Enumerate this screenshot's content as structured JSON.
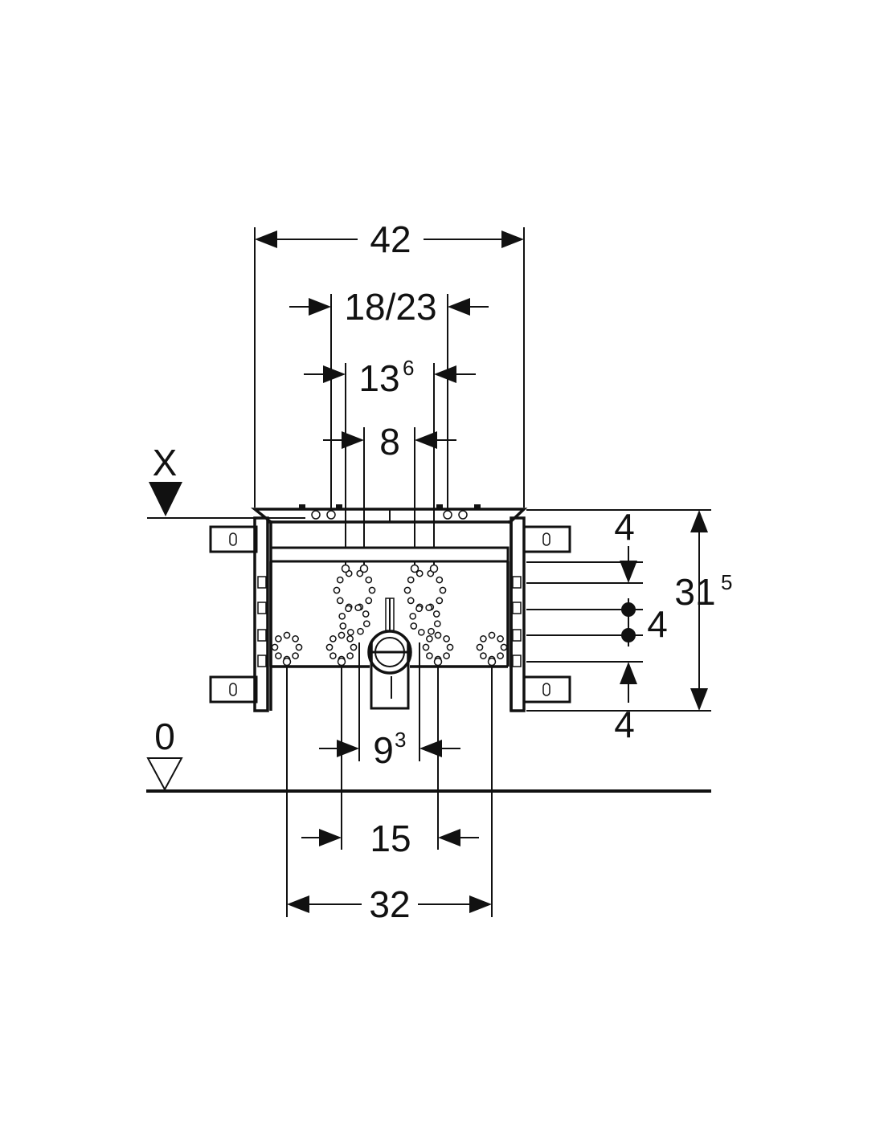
{
  "dimensions": {
    "overall_width": "42",
    "bracket_spacing": "18/23",
    "inner_13": {
      "base": "13",
      "sup": "6"
    },
    "inner_8": "8",
    "outlet_9": {
      "base": "9",
      "sup": "3"
    },
    "outlet_15": "15",
    "outlet_32": "32",
    "height_31": {
      "base": "31",
      "sup": "5"
    },
    "top_offset": "4",
    "middle_spacing": "4",
    "bottom_offset": "4"
  },
  "markers": {
    "view_label": "X",
    "floor_label": "0"
  },
  "colors": {
    "line": "#111111",
    "background": "#ffffff"
  }
}
